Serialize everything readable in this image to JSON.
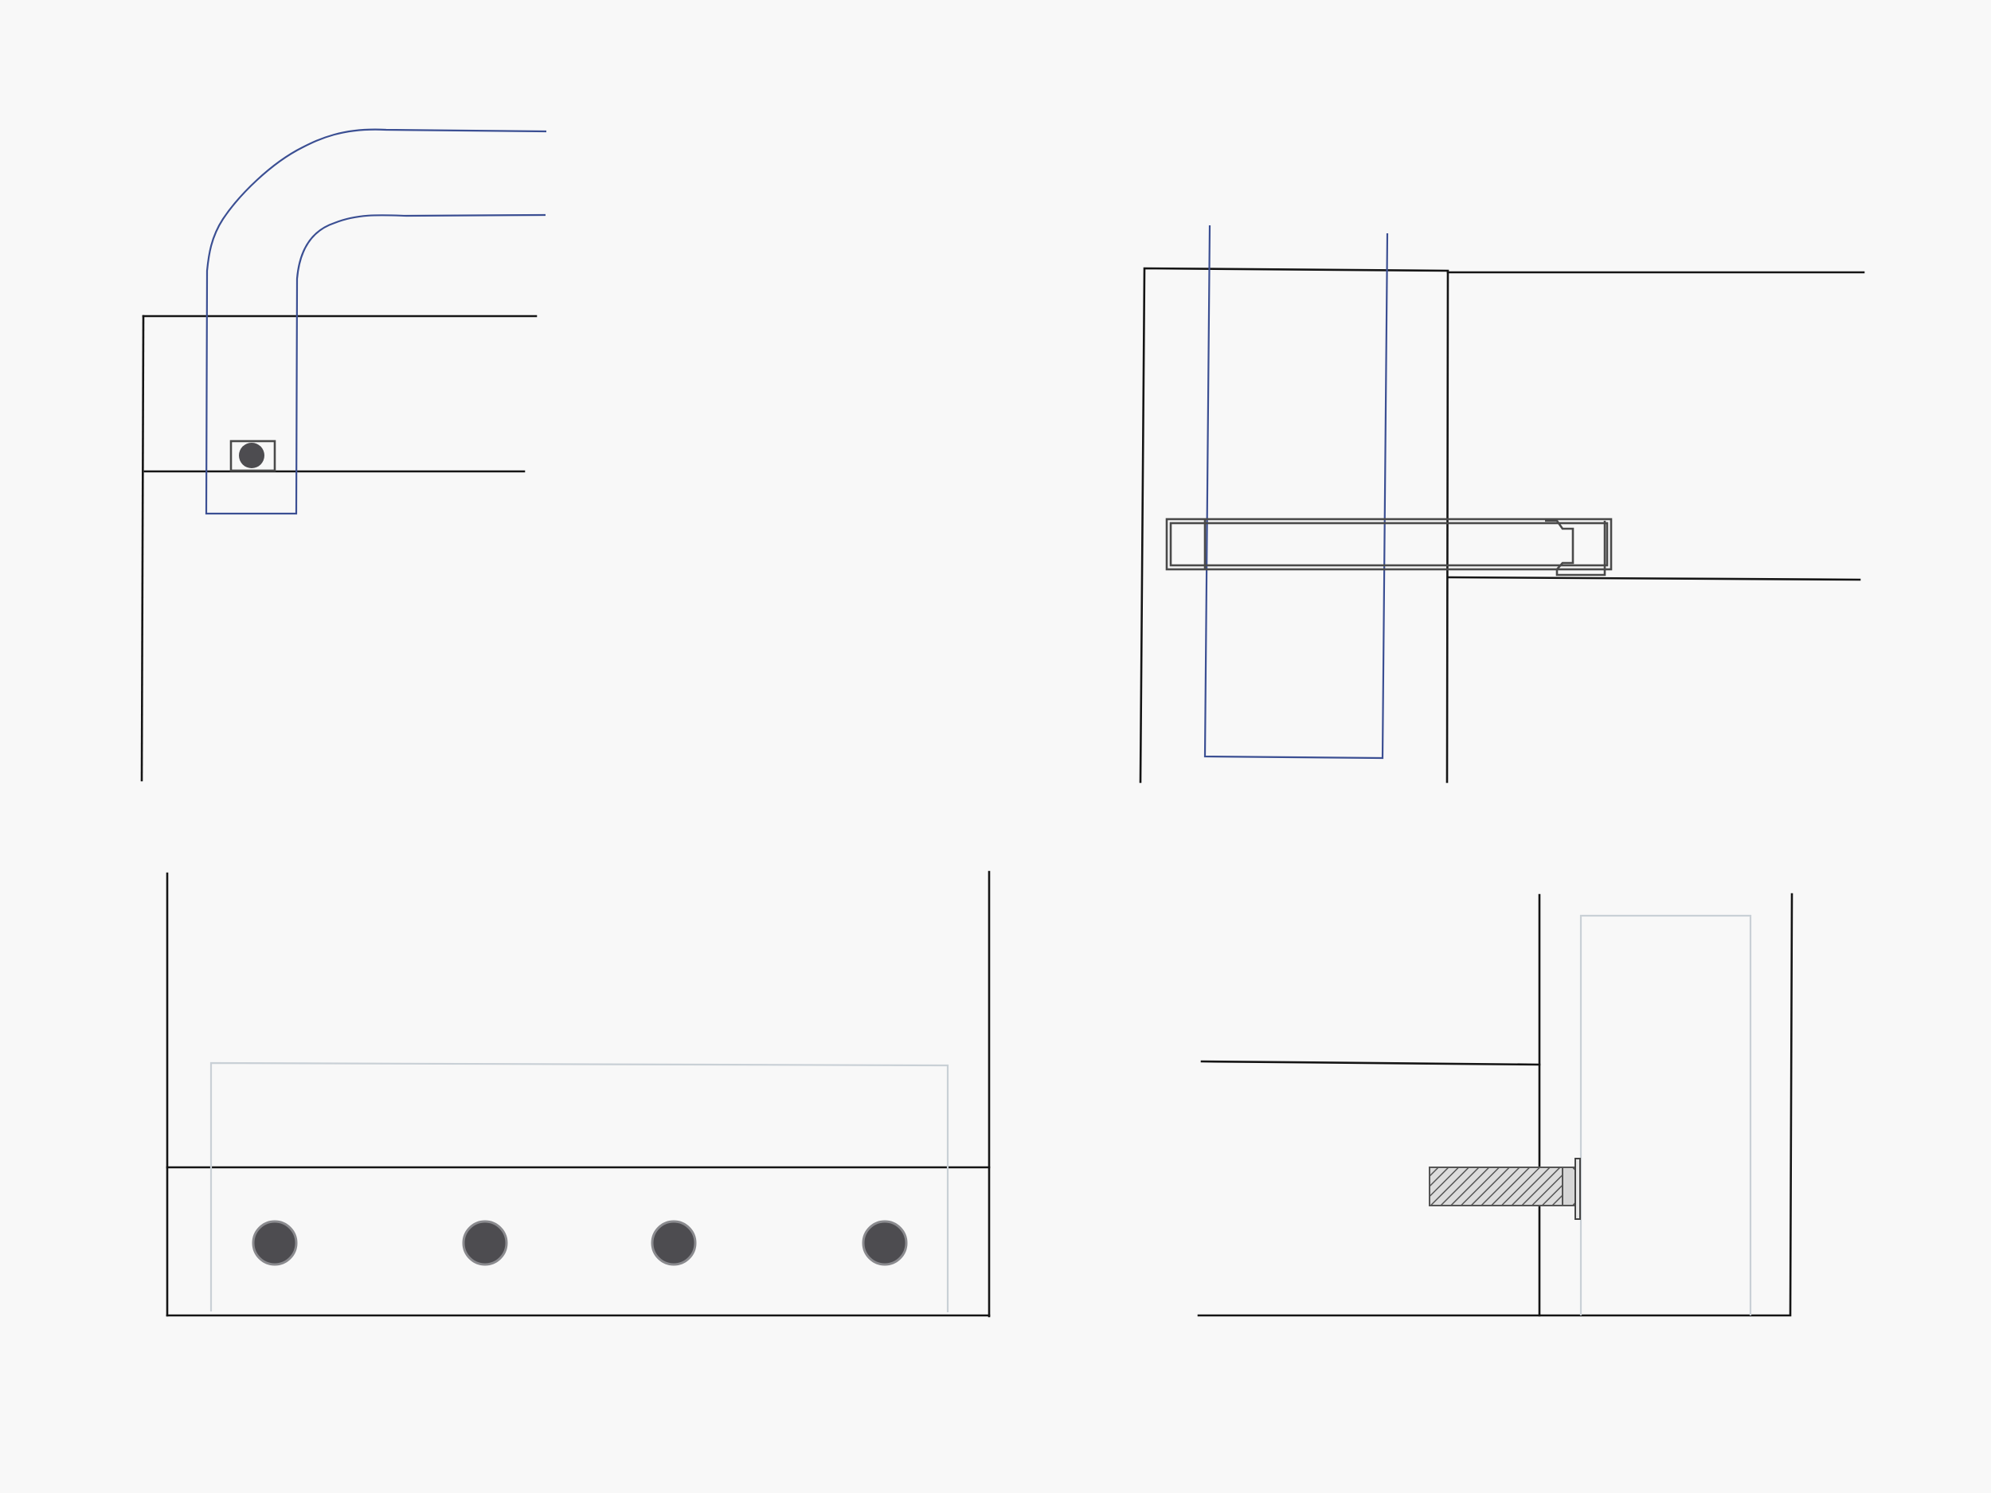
{
  "colors": {
    "background": "#f8f8f8",
    "edge_line": "#151515",
    "tube_line": "#3b4f93",
    "hidden_part_line": "#c9d0d6",
    "hardware": "#4d4c50"
  },
  "panels": [
    {
      "name": "bent-tube-with-bolt",
      "bolt_count": 1
    },
    {
      "name": "tube-through-panel-with-pin",
      "pin_count": 1
    },
    {
      "name": "rail-with-bolts",
      "bolt_count": 4
    },
    {
      "name": "threaded-screw-into-post",
      "screw_count": 1
    }
  ],
  "icons": {
    "bolt_head": "circle-bolt-icon",
    "pin": "dowel-pin-icon",
    "screw": "threaded-screw-icon"
  }
}
